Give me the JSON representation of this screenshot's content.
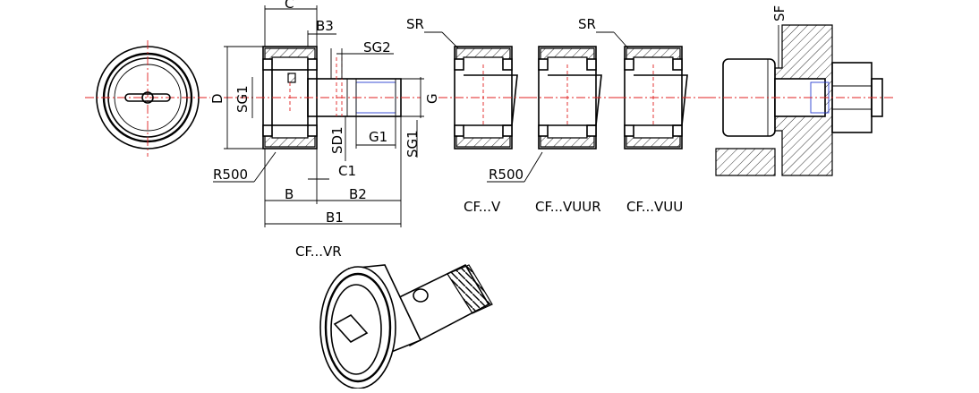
{
  "labels": {
    "C": "C",
    "B3": "B3",
    "SG2": "SG2",
    "D": "D",
    "SG1": "SG1",
    "G": "G",
    "SD1": "SD1",
    "G1": "G1",
    "C1": "C1",
    "R500": "R500",
    "B": "B",
    "B2": "B2",
    "B1": "B1",
    "SR": "SR",
    "SF": "SF"
  },
  "variants": {
    "cf_v": "CF...V",
    "cf_vuur": "CF...VUUR",
    "cf_vuu": "CF...VUU",
    "cf_vr": "CF...VR"
  }
}
